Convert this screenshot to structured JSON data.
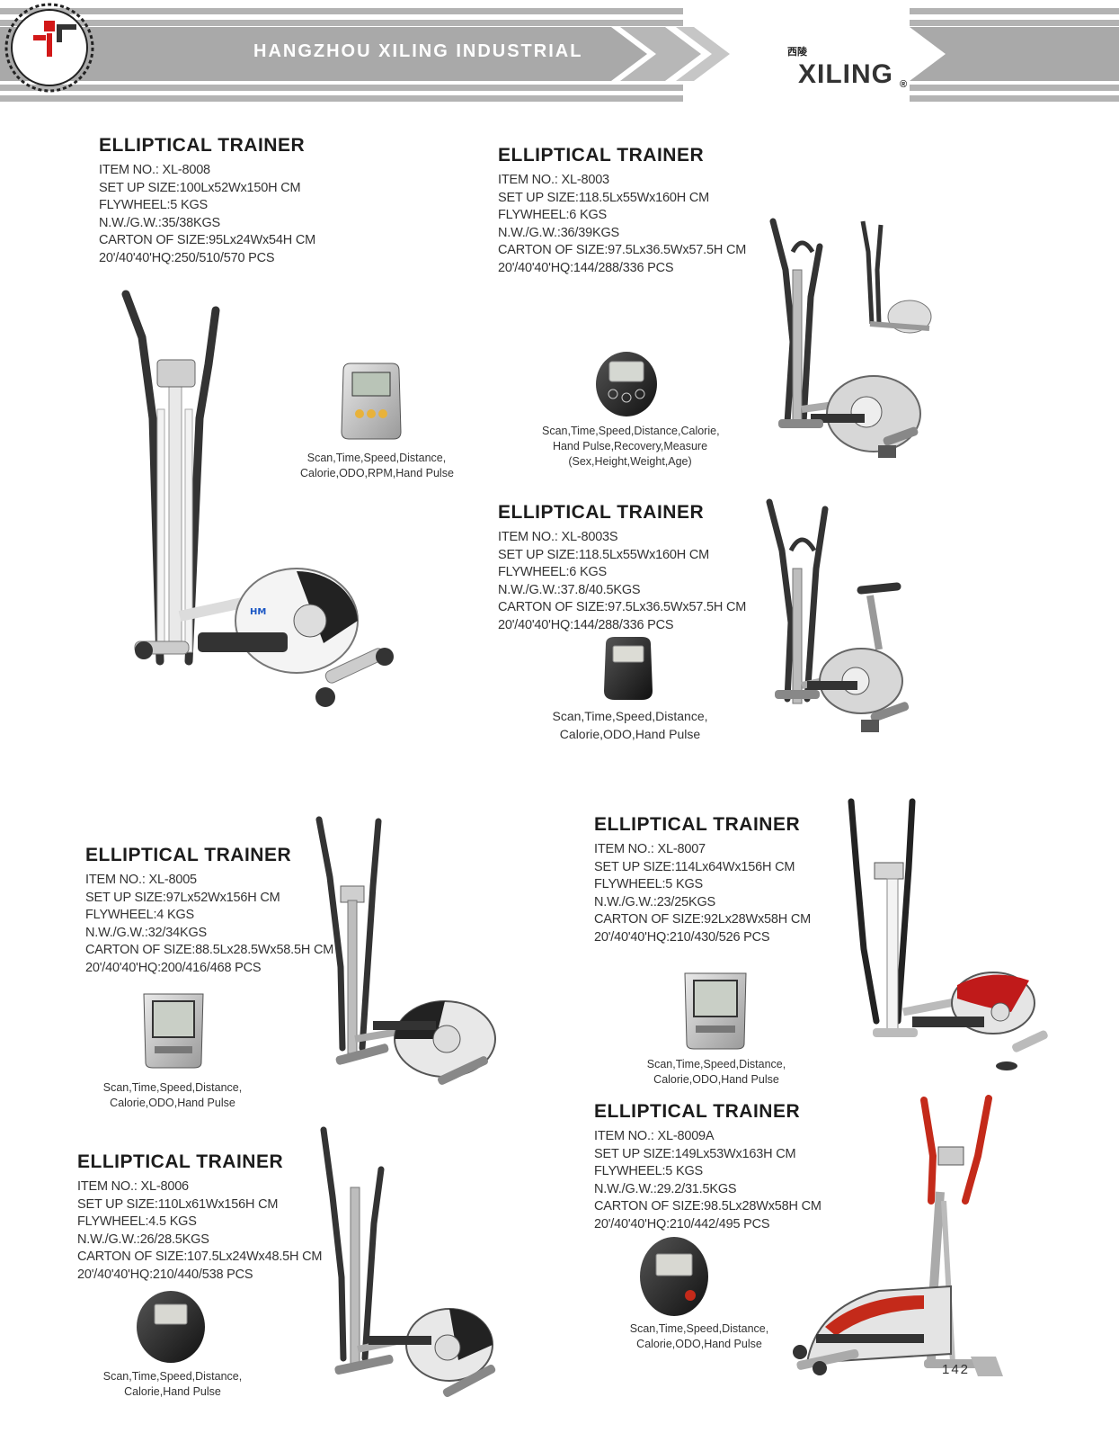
{
  "header": {
    "company": "HANGZHOU XILING INDUSTRIAL",
    "logo_text": "XILING",
    "logo_cn": "西陵",
    "logo_mark": "®"
  },
  "products": [
    {
      "title": "ELLIPTICAL TRAINER",
      "specs": [
        "ITEM NO.: XL-8008",
        "SET UP SIZE:100Lx52Wx150H CM",
        "FLYWHEEL:5 KGS",
        "N.W./G.W.:35/38KGS",
        "CARTON OF SIZE:95Lx24Wx54H CM",
        "20'/40'40'HQ:250/510/570 PCS"
      ],
      "console": [
        "Scan,Time,Speed,Distance,",
        "Calorie,ODO,RPM,Hand Pulse"
      ]
    },
    {
      "title": "ELLIPTICAL TRAINER",
      "specs": [
        "ITEM NO.: XL-8003",
        "SET UP SIZE:118.5Lx55Wx160H CM",
        "FLYWHEEL:6 KGS",
        "N.W./G.W.:36/39KGS",
        "CARTON OF SIZE:97.5Lx36.5Wx57.5H CM",
        "20'/40'40'HQ:144/288/336 PCS"
      ],
      "console": [
        "Scan,Time,Speed,Distance,Calorie,",
        "Hand Pulse,Recovery,Measure",
        "(Sex,Height,Weight,Age)"
      ]
    },
    {
      "title": "ELLIPTICAL TRAINER",
      "specs": [
        "ITEM NO.: XL-8003S",
        "SET UP SIZE:118.5Lx55Wx160H CM",
        "FLYWHEEL:6 KGS",
        "N.W./G.W.:37.8/40.5KGS",
        "CARTON OF SIZE:97.5Lx36.5Wx57.5H CM",
        "20'/40'40'HQ:144/288/336 PCS"
      ],
      "console": [
        "Scan,Time,Speed,Distance,",
        "Calorie,ODO,Hand Pulse"
      ]
    },
    {
      "title": "ELLIPTICAL TRAINER",
      "specs": [
        "ITEM NO.: XL-8005",
        "SET UP SIZE:97Lx52Wx156H CM",
        "FLYWHEEL:4 KGS",
        "N.W./G.W.:32/34KGS",
        "CARTON OF SIZE:88.5Lx28.5Wx58.5H CM",
        "20'/40'40'HQ:200/416/468 PCS"
      ],
      "console": [
        "Scan,Time,Speed,Distance,",
        "Calorie,ODO,Hand Pulse"
      ]
    },
    {
      "title": "ELLIPTICAL TRAINER",
      "specs": [
        "ITEM NO.: XL-8007",
        "SET UP SIZE:114Lx64Wx156H CM",
        "FLYWHEEL:5 KGS",
        "N.W./G.W.:23/25KGS",
        "CARTON OF SIZE:92Lx28Wx58H CM",
        "20'/40'40'HQ:210/430/526 PCS"
      ],
      "console": [
        "Scan,Time,Speed,Distance,",
        "Calorie,ODO,Hand Pulse"
      ]
    },
    {
      "title": "ELLIPTICAL TRAINER",
      "specs": [
        "ITEM NO.: XL-8006",
        "SET UP SIZE:110Lx61Wx156H CM",
        "FLYWHEEL:4.5 KGS",
        "N.W./G.W.:26/28.5KGS",
        "CARTON OF SIZE:107.5Lx24Wx48.5H CM",
        "20'/40'40'HQ:210/440/538 PCS"
      ],
      "console": [
        "Scan,Time,Speed,Distance,",
        "Calorie,Hand Pulse"
      ]
    },
    {
      "title": "ELLIPTICAL TRAINER",
      "specs": [
        "ITEM NO.: XL-8009A",
        "SET UP SIZE:149Lx53Wx163H CM",
        "FLYWHEEL:5 KGS",
        "N.W./G.W.:29.2/31.5KGS",
        "CARTON OF SIZE:98.5Lx28Wx58H CM",
        "20'/40'40'HQ:210/442/495 PCS"
      ],
      "console": [
        "Scan,Time,Speed,Distance,",
        "Calorie,ODO,Hand Pulse"
      ]
    }
  ],
  "page_number": "142"
}
